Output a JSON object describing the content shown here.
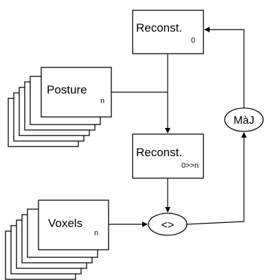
{
  "nodes": {
    "reconst0": {
      "label": "Reconst.",
      "sub": "0"
    },
    "posture": {
      "label": "Posture",
      "sub": "n"
    },
    "reconst0n": {
      "label": "Reconst.",
      "sub": "0>>n"
    },
    "voxels": {
      "label": "Voxels",
      "sub": "n"
    },
    "compare": {
      "label": "<>"
    },
    "update": {
      "label": "MàJ"
    }
  },
  "colors": {
    "stroke": "#000000",
    "fill": "#ffffff"
  }
}
